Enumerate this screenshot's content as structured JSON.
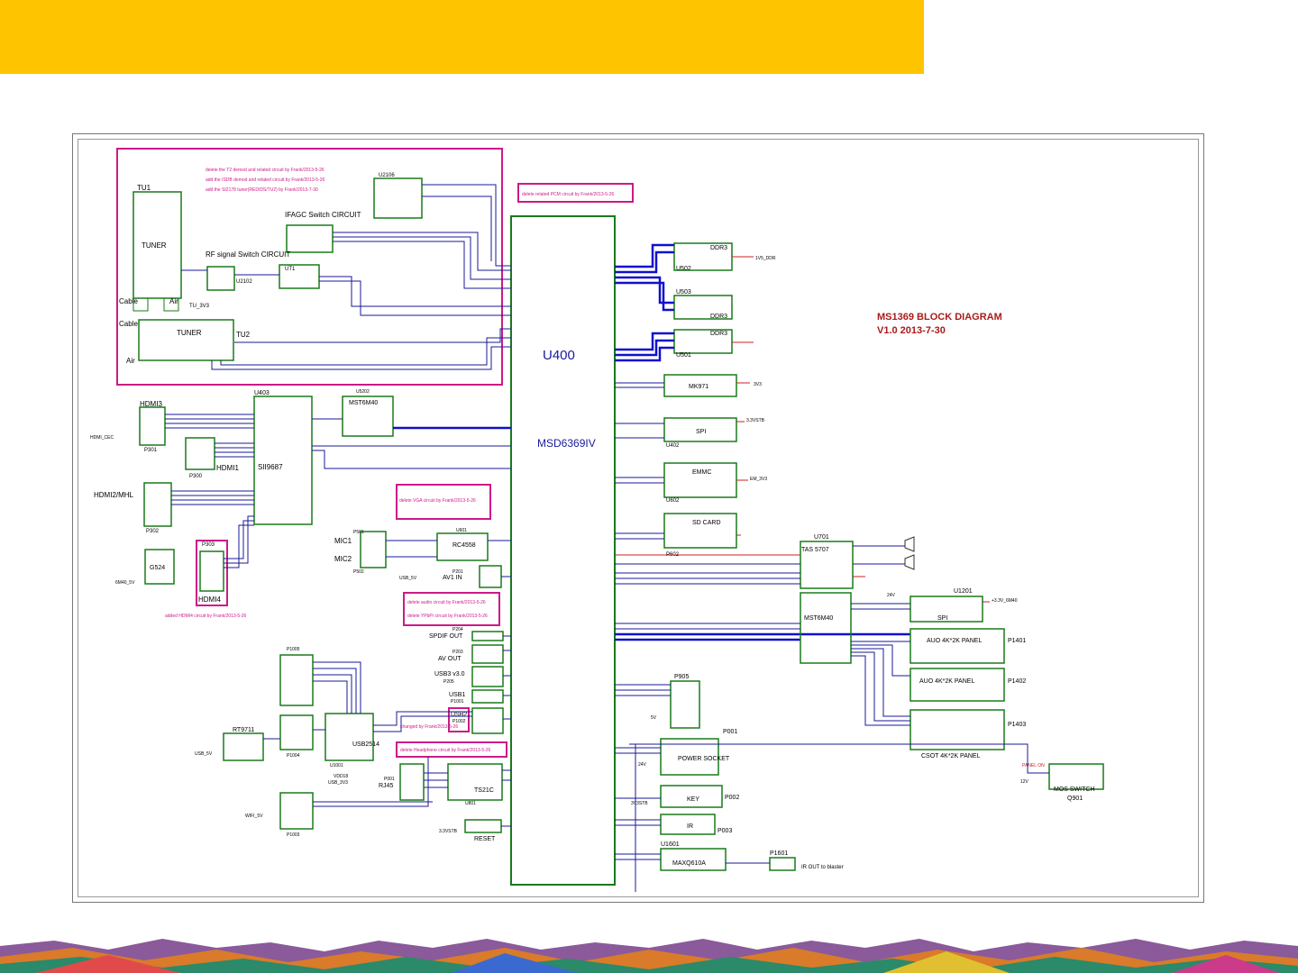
{
  "banner": {
    "color": "#FFC400"
  },
  "diagram": {
    "title": "MS1369 BLOCK DIAGRAM",
    "version": "V1.0 2013-7-30",
    "colors": {
      "wire": "#1a1a99",
      "bus": "#1010cc",
      "block": "#1a7a1a",
      "note": "#cc1a88",
      "signal": "#cc2222"
    },
    "main_chip": {
      "ref": "U400",
      "part": "MSD6369IV"
    },
    "notes": {
      "t2_delete": "delete the T2 demod and related circuit by Frank/2013-5-26",
      "isdb_add": "add the ISDB demod and related circuit by Frank/2013-5-26",
      "tuner_add": "add the SI2178 tuner(RED/DS/TU2) by Frank/2013-7-30",
      "pcm_delete": "delete related PCM circuit by Frank/2013-5-26",
      "vga_delete": "delete VGA circuit by Frank/2013-5-26",
      "audio_delete": "delete audio circuit by Frank/2013-5-26",
      "ypbpr_delete": "delete YPbPr circuit by Frank/2013-5-26",
      "hdmi4_add": "added HDMI4 circuit by Frank/2013-5-26",
      "usb2_changed": "changed by Frank/2013-5-26",
      "headphone_delete": "delete Headphone circuit by Frank/2013-5-26"
    },
    "labels": {
      "tu1": "TU1",
      "tuner1": "TUNER",
      "cable1": "Cable",
      "air1": "Air",
      "ifagc": "IFAGC Switch CIRCUIT",
      "rf_switch": "RF signal Switch CIRCUIT",
      "u2106": "U2106",
      "u2102": "U2102",
      "ut1": "UT1",
      "tu3v3": "TU_3V3",
      "cable2": "Cable",
      "air2": "Air",
      "tuner2": "TUNER",
      "tu2": "TU2",
      "hdmi3": "HDMI3",
      "p301": "P301",
      "hdmi1": "HDMI1",
      "p300": "P300",
      "hdmi2": "HDMI2/MHL",
      "p302": "P302",
      "hdmi4": "HDMI4",
      "p303": "P303",
      "u403": "U403",
      "sii": "SII9687",
      "u5202": "U5202",
      "mst6m40a": "MST6M40",
      "g524": "G524",
      "u501": "U501",
      "sbm": "6M40_5V",
      "mic1": "MIC1",
      "mic2": "MIC2",
      "p501": "P501",
      "p502": "P502",
      "rc4558": "RC4558",
      "u601": "U601",
      "av1in": "AV1 IN",
      "p201": "P201",
      "usb5v": "USB_5V",
      "spdif": "SPDIF OUT",
      "p204": "P204",
      "avout": "AV OUT",
      "p203": "P203",
      "usb3": "USB3 v3.0",
      "p205": "P205",
      "usb1": "USB1",
      "p1001": "P1001",
      "usb2": "USB2",
      "p1002": "P1002",
      "p1005": "P1005",
      "rt9711": "RT9711",
      "usb5v2": "USB_5V",
      "p1004": "P1004",
      "u1001": "U1001",
      "usb2514": "USB2514",
      "vdd18": "VDD18",
      "usb3v3": "USB_3V3",
      "rj45": "RJ45",
      "p001": "P001",
      "ts21c": "TS21C",
      "u801": "U801",
      "wifi": "WIFI_5V",
      "p1003": "P1003",
      "reset": "RESET",
      "v33stb": "3.3VSTB",
      "ddr3a": "DDR3",
      "u502": "U502",
      "ddr3b": "DDR3",
      "u503": "U503",
      "ddr3c": "DDR3",
      "u501b": "U501",
      "v15ddr": "1V5_DDR",
      "mk971": "MK971",
      "v3v3": "3V3",
      "spi": "SPI",
      "u402": "U402",
      "stb33": "3.3VSTB",
      "emmc": "EMMC",
      "u602": "U602",
      "em3v3": "EM_3V3",
      "sdcard": "SD CARD",
      "p602": "P602",
      "u701": "U701",
      "tas": "TAS 5707",
      "v24": "24V",
      "u1201": "U1201",
      "spi2": "SPI",
      "v33m": "+3.3V_6M40",
      "mst2": "MST6M40",
      "auo1": "AUO 4K*2K PANEL",
      "p1401": "P1401",
      "auo2": "AUO 4K*2K PANEL",
      "p1402": "P1402",
      "csot": "CSOT 4K*2K PANEL",
      "p1403": "P1403",
      "p905": "P905",
      "psock": "POWER SOCKET",
      "p001b": "P001",
      "key": "KEY",
      "p002": "P002",
      "ir": "IR",
      "p003": "P003",
      "u1601": "U1601",
      "maxq": "MAXQ610A",
      "p1601": "P1601",
      "irout": "IR OUT to blaster",
      "mos": "MOS SWITCH",
      "q901": "Q901",
      "v12": "12V",
      "panelon": "PANEL ON",
      "v5": "5V",
      "v24b": "24V",
      "v3v3stb": "3V3STB",
      "mhl": "HDMI_CEC"
    }
  }
}
